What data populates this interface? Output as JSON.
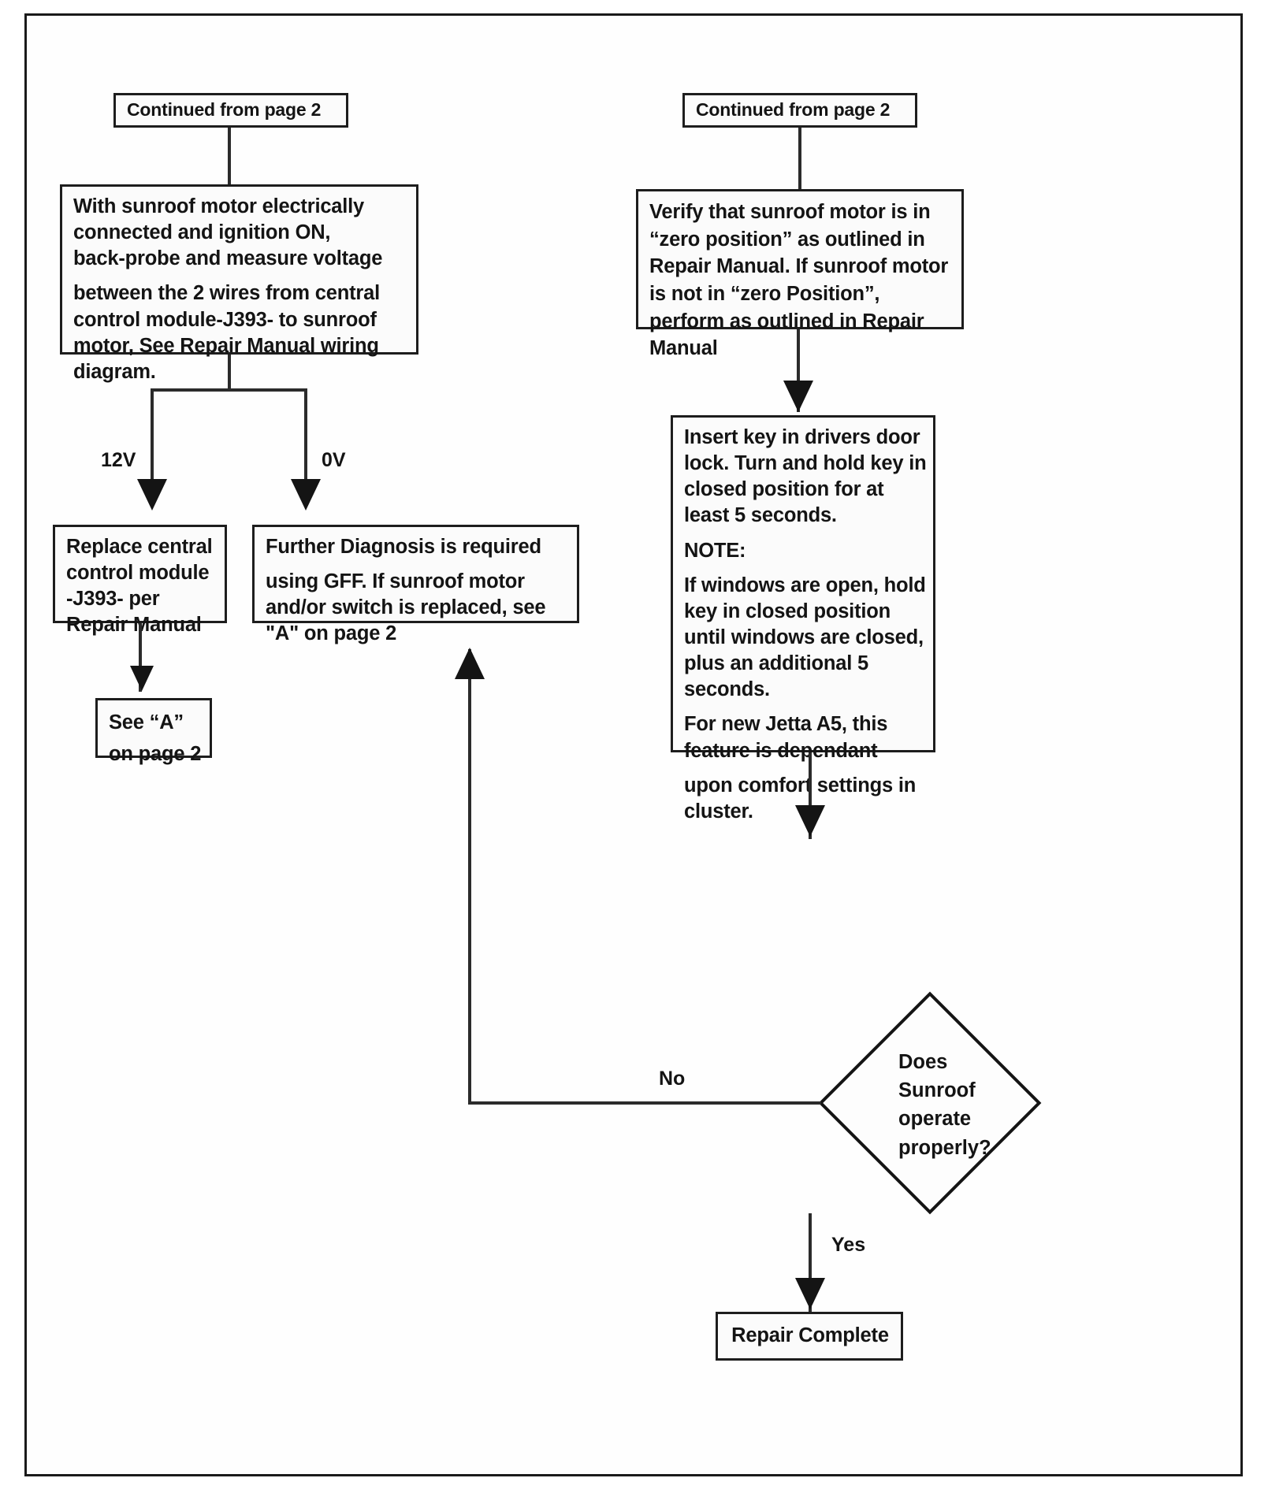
{
  "diagram": {
    "title": "Sunroof Diagnostic Flowchart (page 3)",
    "type": "flowchart",
    "colors": {
      "line": "#2b2b2b",
      "box_border": "#1d1d1d",
      "text": "#141414",
      "background": "#ffffff"
    }
  },
  "left_branch": {
    "continued": "Continued from page 2",
    "measure_box": {
      "paragraph1_lines": [
        "With sunroof motor electrically",
        "connected and ignition ON,",
        "back-probe and measure voltage"
      ],
      "paragraph2_lines": [
        "between the 2 wires from central",
        "control module-J393- to sunroof",
        "motor, See Repair Manual wiring",
        "diagram."
      ]
    },
    "edge_12v": "12V",
    "edge_0v": "0V",
    "replace_box_lines": [
      "Replace central",
      "control module",
      "-J393- per",
      "Repair Manual"
    ],
    "further_box": {
      "paragraph1_lines": [
        "Further Diagnosis is required"
      ],
      "paragraph2_lines": [
        "using GFF. If sunroof motor",
        "and/or switch is replaced, see",
        "\"A\" on page 2"
      ]
    },
    "see_a_box_lines": [
      "See “A”",
      "on page 2"
    ]
  },
  "right_branch": {
    "continued": "Continued from page 2",
    "verify_box_lines": [
      "Verify that sunroof motor is in",
      "“zero position” as outlined in",
      "Repair Manual. If sunroof motor",
      "is not in “zero Position”,",
      "perform as outlined in Repair",
      "Manual"
    ],
    "insert_key_box": {
      "paragraph1_lines": [
        "Insert key in drivers door",
        "lock. Turn and hold key in",
        "closed position for at",
        "least 5 seconds."
      ],
      "note_heading": "NOTE:",
      "paragraph2_lines": [
        "If windows are open, hold",
        "key in closed position",
        "until windows are closed,",
        "plus an additional 5",
        "seconds."
      ],
      "paragraph3_lines": [
        "For new Jetta A5, this",
        "feature is dependant"
      ],
      "paragraph4_lines": [
        "upon comfort settings in",
        "cluster."
      ]
    },
    "decision_lines": [
      "Does",
      "Sunroof",
      "operate",
      "properly?"
    ],
    "edge_no": "No",
    "edge_yes": "Yes",
    "repair_complete": "Repair Complete"
  }
}
